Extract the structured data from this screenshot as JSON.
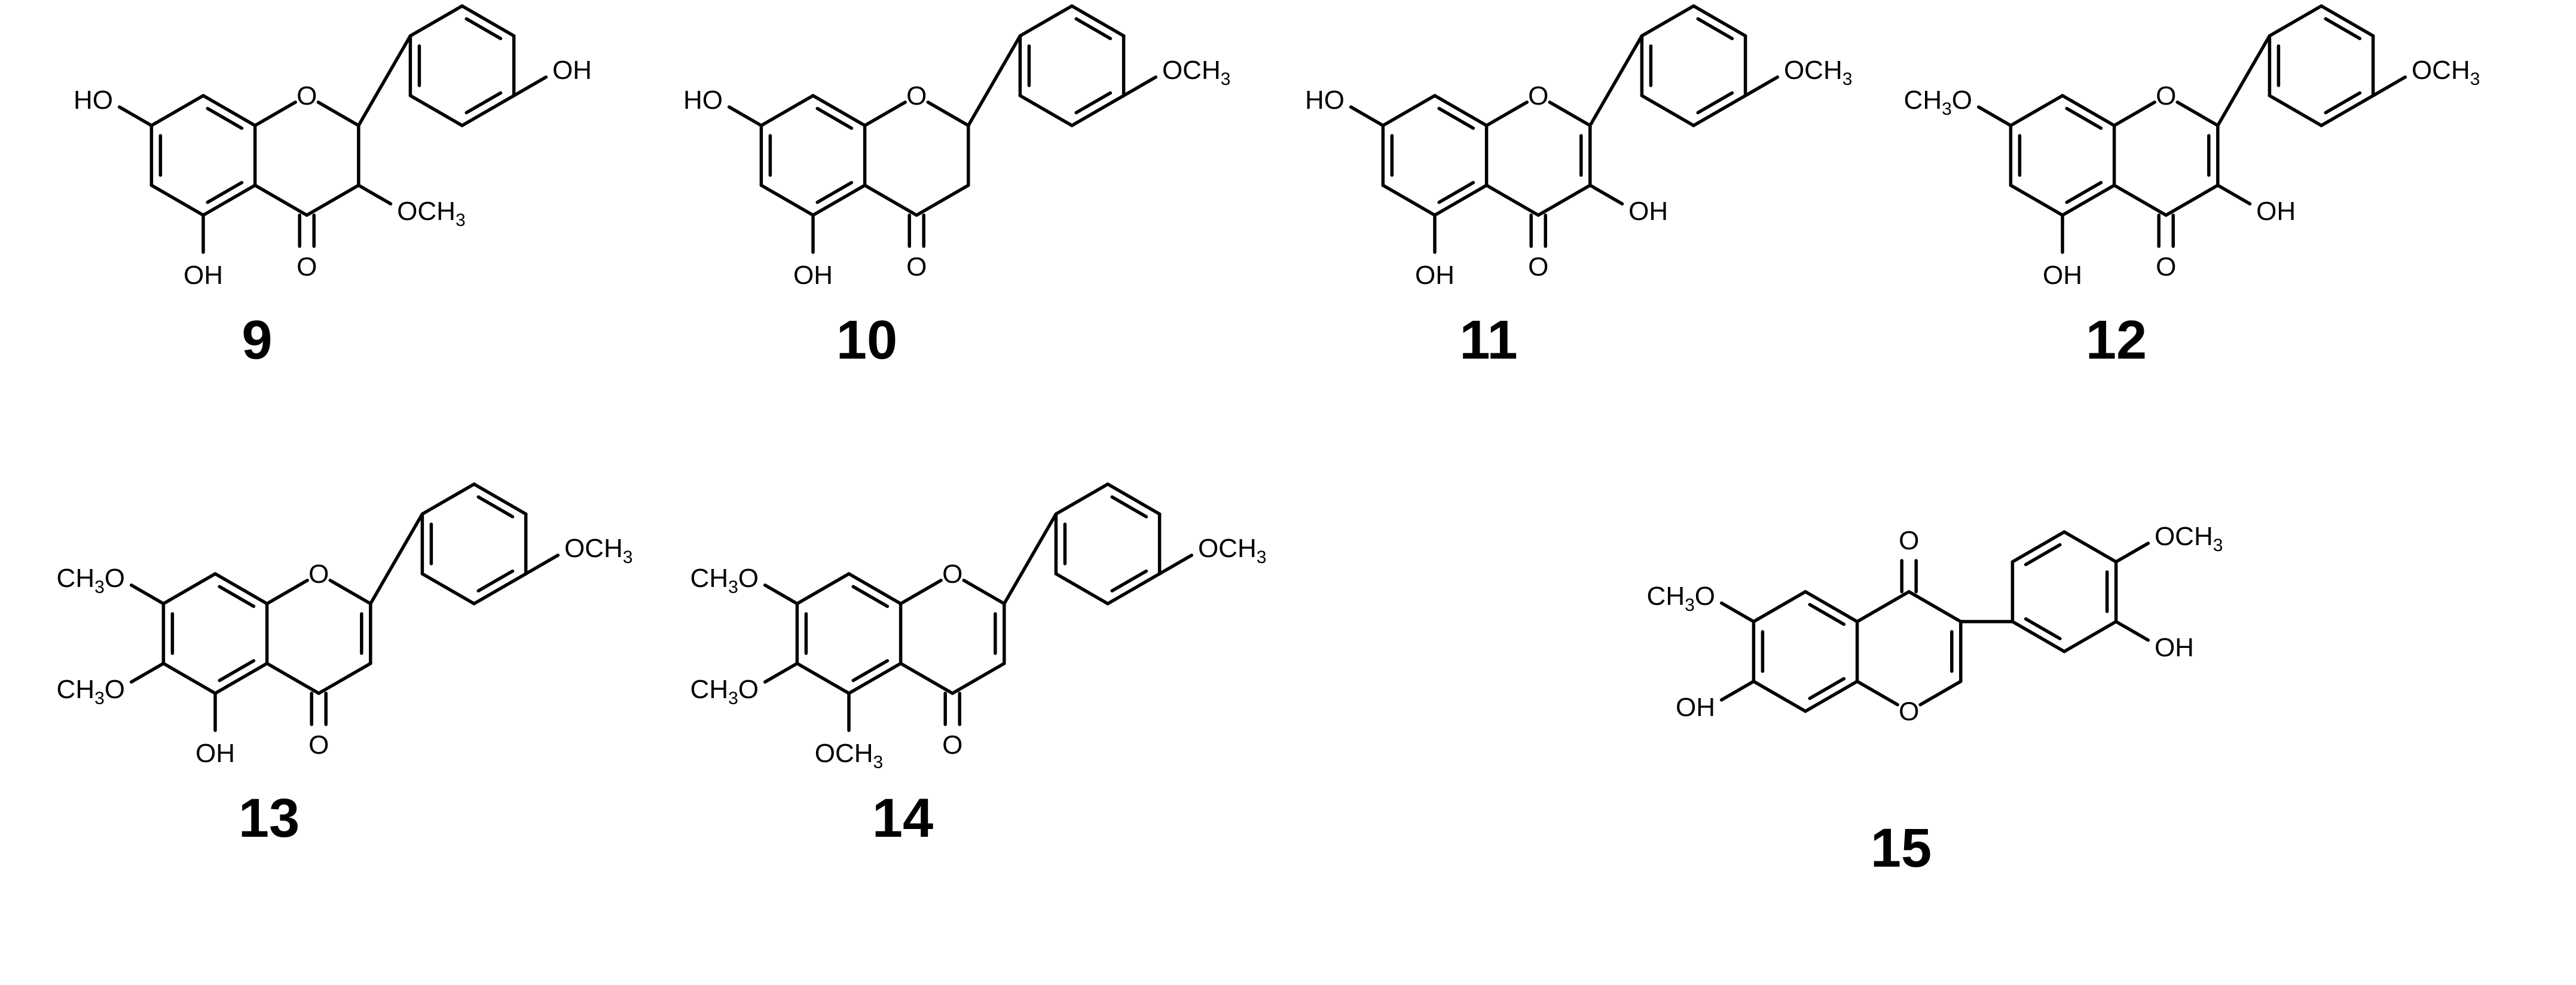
{
  "compounds": [
    {
      "number": "9",
      "labels": {
        "c7": "HO",
        "c5": "OH",
        "c4": "O",
        "o1": "O",
        "c3": "OCH3",
        "c4p": "OH"
      }
    },
    {
      "number": "10",
      "labels": {
        "c7": "HO",
        "c5": "OH",
        "c4": "O",
        "o1": "O",
        "c4p": "OCH3"
      }
    },
    {
      "number": "11",
      "labels": {
        "c7": "HO",
        "c5": "OH",
        "c4": "O",
        "o1": "O",
        "c3": "OH",
        "c4p": "OCH3"
      }
    },
    {
      "number": "12",
      "labels": {
        "c7": "CH3O",
        "c5": "OH",
        "c4": "O",
        "o1": "O",
        "c3": "OH",
        "c4p": "OCH3"
      }
    },
    {
      "number": "13",
      "labels": {
        "c7": "CH3O",
        "c6": "CH3O",
        "c5": "OH",
        "c4": "O",
        "o1": "O",
        "c4p": "OCH3"
      }
    },
    {
      "number": "14",
      "labels": {
        "c7": "CH3O",
        "c6": "CH3O",
        "c5": "OCH3",
        "c4": "O",
        "o1": "O",
        "c4p": "OCH3"
      }
    },
    {
      "number": "15",
      "labels": {
        "c6": "CH3O",
        "c7": "OH",
        "c4": "O",
        "o1": "O",
        "c4p": "OCH3",
        "c3p": "OH"
      }
    }
  ]
}
